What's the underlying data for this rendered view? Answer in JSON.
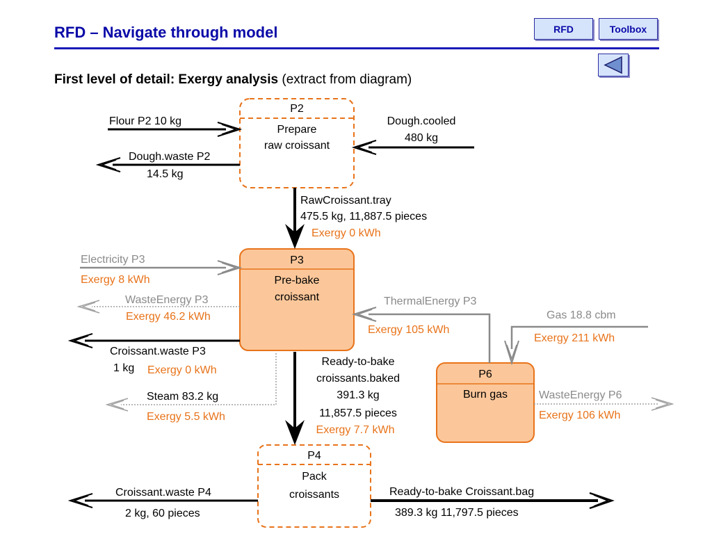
{
  "header": {
    "title": "RFD – Navigate through model",
    "rfd_button": "RFD",
    "toolbox_button": "Toolbox"
  },
  "subtitle": {
    "bold": "First level of detail: Exergy analysis",
    "normal": "(extract from diagram)"
  },
  "colors": {
    "title_blue": "#0a0aa8",
    "exergy_orange": "#e8731a",
    "process_fill": "#fbc79a",
    "process_border": "#e8731a",
    "flow_gray": "#8a8a8a"
  },
  "processes": {
    "p2": {
      "id": "P2",
      "name_line1": "Prepare",
      "name_line2": "raw croissant"
    },
    "p3": {
      "id": "P3",
      "name_line1": "Pre-bake",
      "name_line2": "croissant"
    },
    "p4": {
      "id": "P4",
      "name_line1": "Pack",
      "name_line2": "croissants"
    },
    "p6": {
      "id": "P6",
      "name_line1": "Burn gas"
    }
  },
  "flows": {
    "flour_p2": "Flour P2  10 kg",
    "dough_cooled_line1": "Dough.cooled",
    "dough_cooled_line2": "480 kg",
    "dough_waste_line1": "Dough.waste P2",
    "dough_waste_line2": "14.5 kg",
    "rawcroissant_line1": "RawCroissant.tray",
    "rawcroissant_line2": "475.5 kg, 11,887.5 pieces",
    "rawcroissant_exergy": "Exergy 0 kWh",
    "electricity_label": "Electricity P3",
    "electricity_exergy": "Exergy 8 kWh",
    "waste_energy_p3_label": "WasteEnergy P3",
    "waste_energy_p3_exergy": "Exergy 46.2 kWh",
    "thermal_energy_label": "ThermalEnergy P3",
    "thermal_energy_exergy": "Exergy 105 kWh",
    "gas_label": "Gas 18.8 cbm",
    "gas_exergy": "Exergy 211 kWh",
    "croissant_waste_p3_line1": "Croissant.waste P3",
    "croissant_waste_p3_line2": "1 kg",
    "croissant_waste_p3_exergy": "Exergy 0 kWh",
    "steam_label": "Steam 83.2 kg",
    "steam_exergy": "Exergy 5.5 kWh",
    "baked_line1": "Ready-to-bake",
    "baked_line2": "croissants.baked",
    "baked_line3": "391.3 kg",
    "baked_line4": "11,857.5 pieces",
    "baked_exergy": "Exergy 7.7 kWh",
    "waste_energy_p6_label": "WasteEnergy P6",
    "waste_energy_p6_exergy": "Exergy 106 kWh",
    "croissant_waste_p4_line1": "Croissant.waste P4",
    "croissant_waste_p4_line2": "2 kg, 60 pieces",
    "bag_line1": "Ready-to-bake Croissant.bag",
    "bag_line2": "389.3 kg 11,797.5 pieces"
  }
}
